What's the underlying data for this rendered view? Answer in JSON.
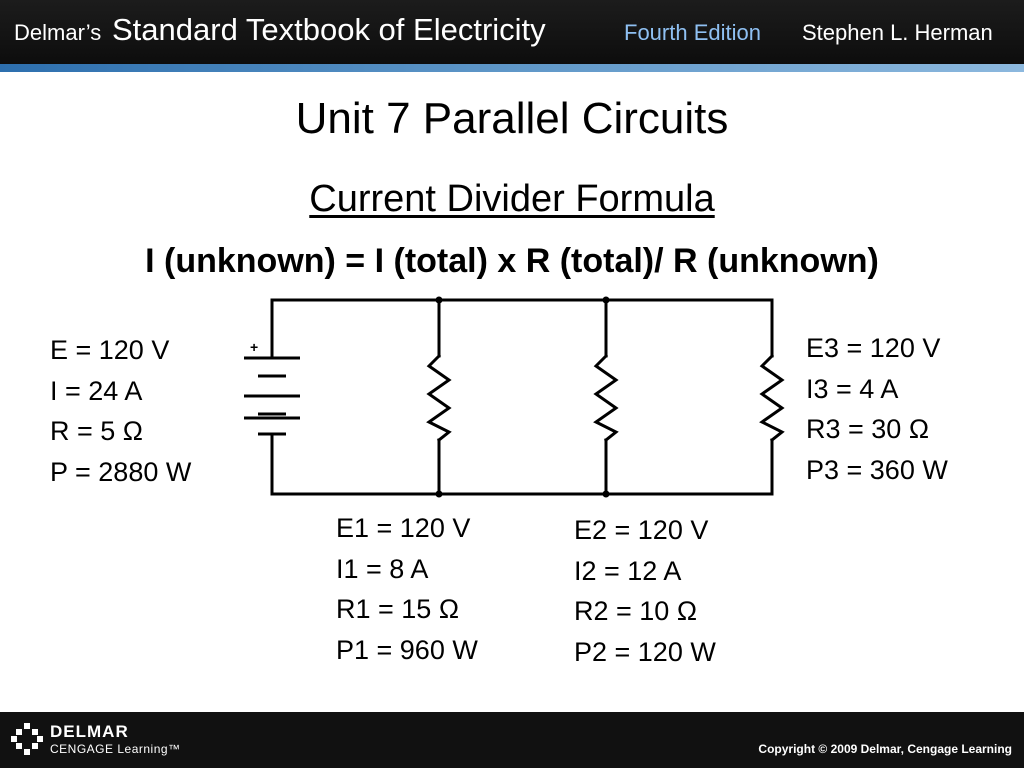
{
  "header": {
    "brand_small": "Delmar’s",
    "brand_big": "Standard Textbook of Electricity",
    "edition": "Fourth Edition",
    "author": "Stephen L. Herman"
  },
  "slide": {
    "title": "Unit 7  Parallel Circuits",
    "subtitle": "Current Divider Formula",
    "formula": "I (unknown) = I (total) x R (total)/ R (unknown)"
  },
  "circuit": {
    "battery_polarity": "+"
  },
  "values": {
    "total": [
      "E = 120 V",
      "I = 24 A",
      "R = 5 Ω",
      "P = 2880 W"
    ],
    "r1": [
      "E1 = 120 V",
      "I1 = 8 A",
      "R1 = 15 Ω",
      "P1 = 960 W"
    ],
    "r2": [
      "E2 = 120 V",
      "I2 = 12 A",
      "R2 = 10 Ω",
      "P2 = 120 W"
    ],
    "r3": [
      "E3 = 120 V",
      "I3 = 4 A",
      "R3 = 30 Ω",
      "P3 = 360 W"
    ]
  },
  "footer": {
    "logo_line1": "DELMAR",
    "logo_line2": "CENGAGE Learning™",
    "copyright": "Copyright © 2009 Delmar, Cengage Learning"
  },
  "colors": {
    "header_bg": "#111111",
    "stripe": "#5f97c8",
    "edition": "#8fc0f2",
    "footer_bg": "#111111"
  }
}
